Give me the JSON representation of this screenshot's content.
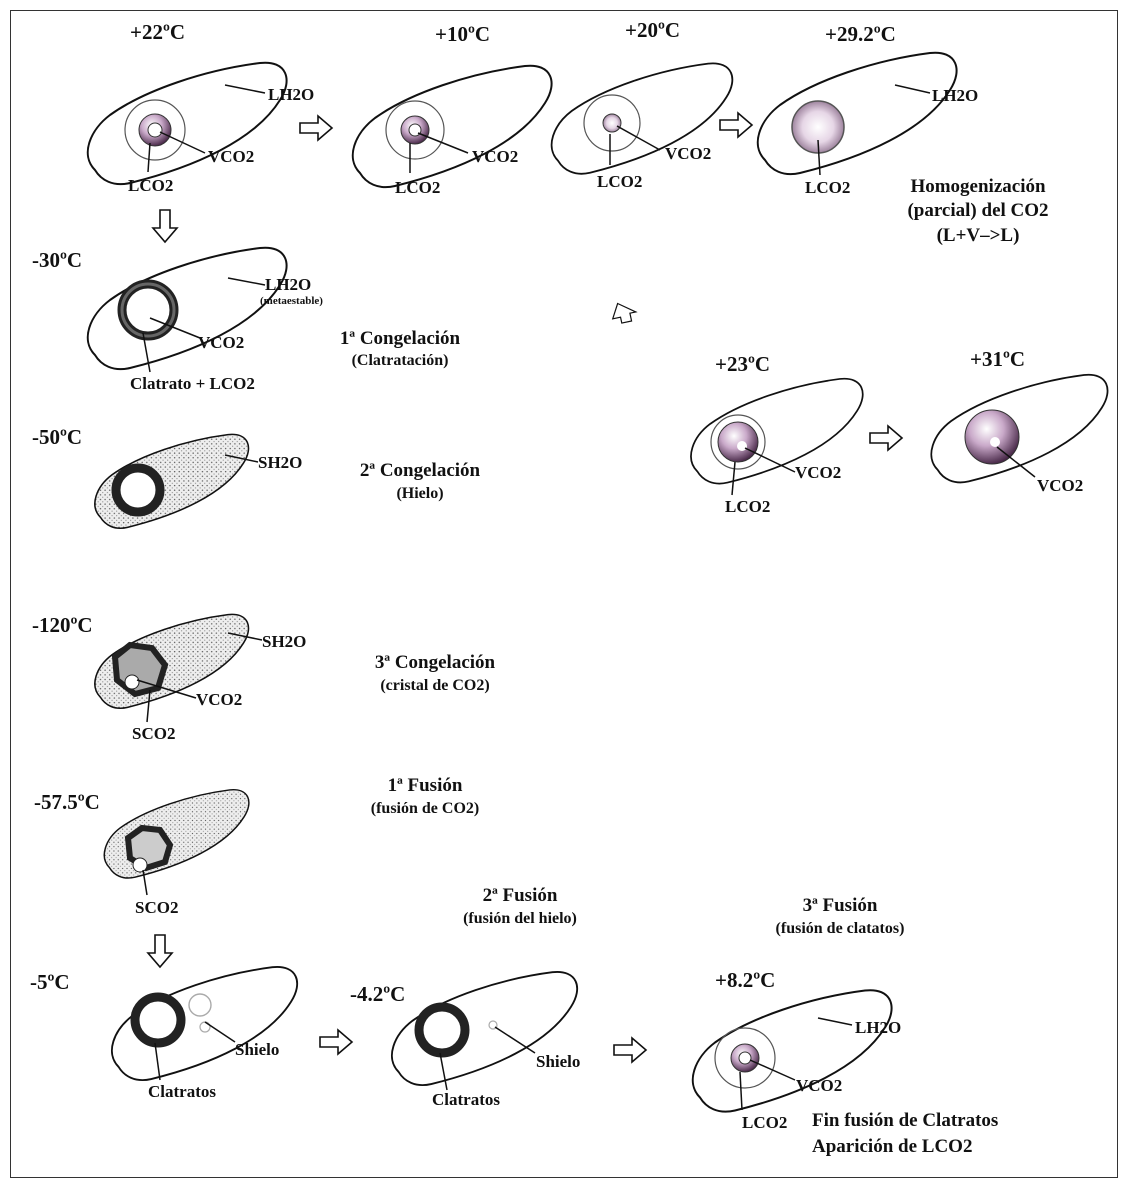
{
  "top_row": {
    "t1": "+22ºC",
    "t2": "+10ºC",
    "t3": "+20ºC",
    "t4": "+29.2ºC",
    "lh2o": "LH2O",
    "vco2": "VCO2",
    "lco2": "LCO2",
    "homog_1": "Homogenización",
    "homog_2": "(parcial) del CO2",
    "homog_3": "(L+V–>L)"
  },
  "freeze": {
    "t_m30": "-30ºC",
    "metaestable": "(metaestable)",
    "clatrato_lco2": "Clatrato + LCO2",
    "cong1_title": "1ª Congelación",
    "cong1_sub": "(Clatratación)",
    "t_m50": "-50ºC",
    "sh2o": "SH2O",
    "cong2_title": "2ª Congelación",
    "cong2_sub": "(Hielo)",
    "t_m120": "-120ºC",
    "sco2": "SCO2",
    "cong3_title": "3ª Congelación",
    "cong3_sub": "(cristal de CO2)",
    "t_m575": "-57.5ºC",
    "fus1_title": "1ª Fusión",
    "fus1_sub": "(fusión de CO2)"
  },
  "right_branch": {
    "t_23": "+23ºC",
    "t_31": "+31ºC"
  },
  "bottom_row": {
    "t_m5": "-5ºC",
    "t_m42": "-4.2ºC",
    "t_82": "+8.2ºC",
    "clatratos": "Clatratos",
    "shielo": "Shielo",
    "fus2_title": "2ª Fusión",
    "fus2_sub": "(fusión del hielo)",
    "fus3_title": "3ª Fusión",
    "fus3_sub": "(fusión de clatatos)",
    "fin_1": "Fin fusión de Clatratos",
    "fin_2": "Aparición de LCO2"
  }
}
